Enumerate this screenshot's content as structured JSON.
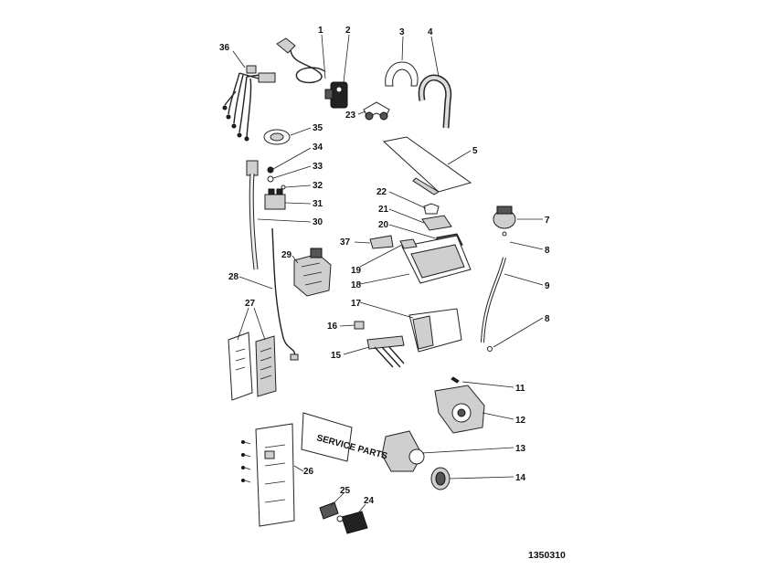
{
  "callouts": [
    "1",
    "2",
    "3",
    "4",
    "5",
    "7",
    "8",
    "9",
    "8",
    "11",
    "12",
    "13",
    "14",
    "15",
    "16",
    "17",
    "18",
    "19",
    "20",
    "21",
    "22",
    "23",
    "24",
    "25",
    "26",
    "27",
    "28",
    "29",
    "30",
    "31",
    "32",
    "33",
    "34",
    "35",
    "36",
    "37"
  ],
  "drawing_reference": "1350310",
  "panel_text": "SERVICE PARTS"
}
